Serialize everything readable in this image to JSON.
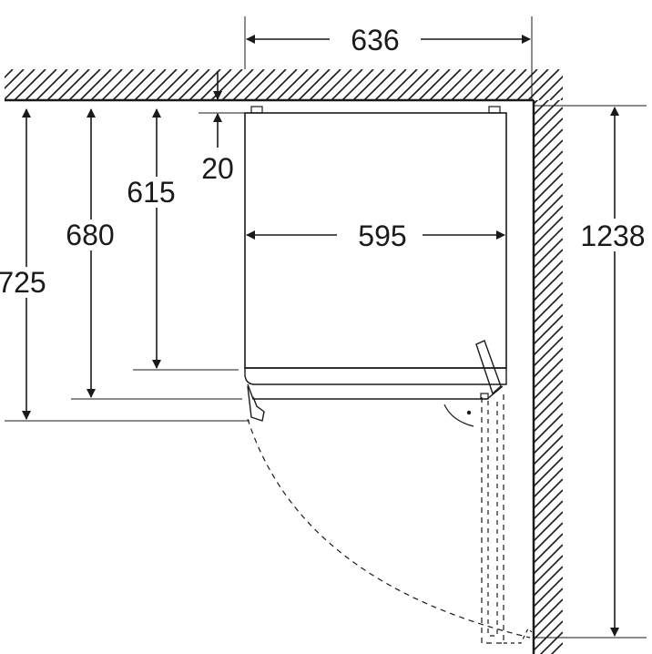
{
  "colors": {
    "ink": "#1a1a1a",
    "background": "#ffffff"
  },
  "dimensions": {
    "total_width": "636",
    "appliance_width": "595",
    "top_gap": "20",
    "depth_body": "615",
    "depth_with_door": "680",
    "depth_total": "725",
    "door_open_depth": "1238"
  }
}
